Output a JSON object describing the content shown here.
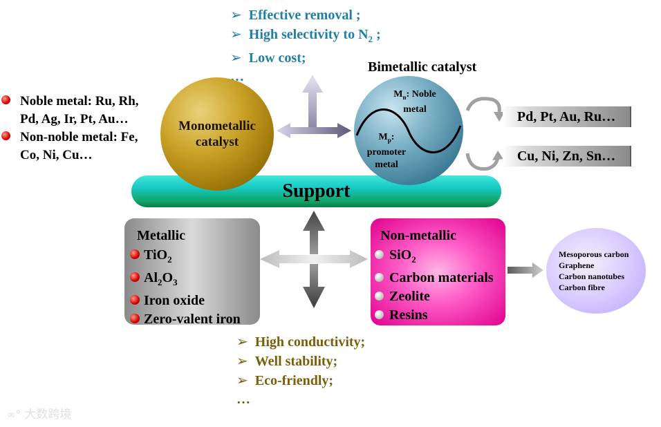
{
  "top_benefits": [
    "Effective removal ;",
    "High selectivity to N",
    "Low cost;",
    "…"
  ],
  "top_benefits_sub": "2",
  "top_benefits_after_sub": " ;",
  "metal_list": {
    "noble_line1": "Noble metal: Ru, Rh,",
    "noble_line2": "Pd, Ag, Ir, Pt, Au…",
    "nonnoble_line1": "Non-noble metal: Fe,",
    "nonnoble_line2": "Co, Ni, Cu…"
  },
  "mono_label": "Monometallic catalyst",
  "bimetallic": {
    "title": "Bimetallic catalyst",
    "mn_prefix": "M",
    "mn_sub": "n",
    "mn_suffix": ": Noble",
    "mn_line2": "metal",
    "mp_prefix": "M",
    "mp_sub": "p",
    "mp_suffix": ":",
    "mp_line2": "promoter",
    "mp_line3": "metal"
  },
  "pd_label": "Pd, Pt, Au, Ru…",
  "cu_label": "Cu, Ni, Zn, Sn…",
  "support_label": "Support",
  "metallic": {
    "title": "Metallic",
    "items": [
      {
        "main": "TiO",
        "sub": "2",
        "rest": ""
      },
      {
        "main": "Al",
        "sub": "2",
        "rest": "O",
        "sub2": "3"
      },
      {
        "main": "Iron oxide",
        "sub": "",
        "rest": ""
      },
      {
        "main": "Zero-valent iron",
        "sub": "",
        "rest": ""
      }
    ]
  },
  "nonmetallic": {
    "title": "Non-metallic",
    "items": [
      {
        "main": "SiO",
        "sub": "2"
      },
      {
        "main": "Carbon materials",
        "sub": ""
      },
      {
        "main": "Zeolite",
        "sub": ""
      },
      {
        "main": "Resins",
        "sub": ""
      }
    ]
  },
  "carbon_items": [
    "Mesoporous carbon",
    "Graphene",
    "Carbon nanotubes",
    "Carbon fibre"
  ],
  "bottom_benefits": [
    "High conductivity;",
    "Well stability;",
    "Eco-friendly;",
    "…"
  ],
  "watermark": "大数跨境",
  "colors": {
    "top_benefits": "#1f7fa6",
    "bottom_benefits": "#7a5f0a",
    "support": "#16c8c0",
    "mono_sphere": "#c9a125",
    "bi_sphere": "#3f7e98",
    "nonmetallic": "#ff5ec8",
    "carbon": "#d8ccff"
  }
}
